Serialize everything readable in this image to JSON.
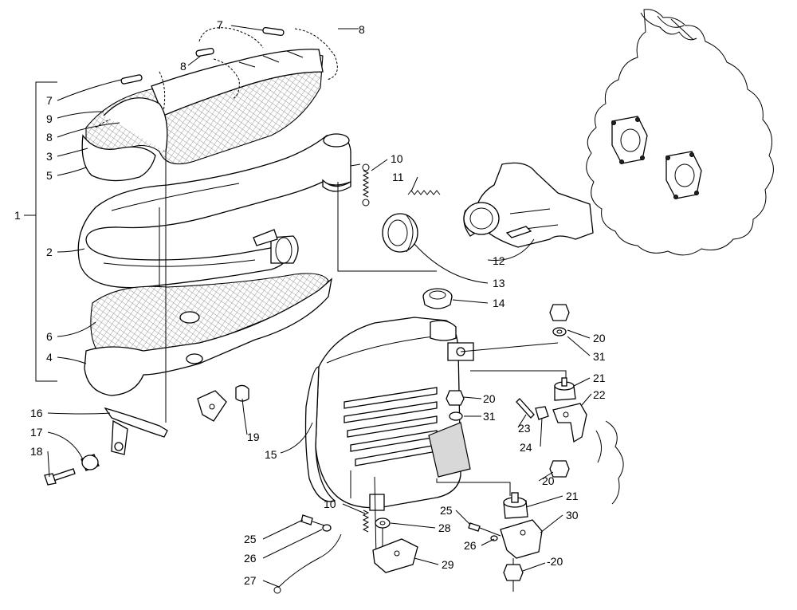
{
  "callouts": [
    {
      "id": "c7a",
      "text": "7"
    },
    {
      "id": "c8a",
      "text": "8"
    },
    {
      "id": "c8b",
      "text": "8"
    },
    {
      "id": "c7b",
      "text": "7"
    },
    {
      "id": "c9",
      "text": "9"
    },
    {
      "id": "c8c",
      "text": "8"
    },
    {
      "id": "c3",
      "text": "3"
    },
    {
      "id": "c5",
      "text": "5"
    },
    {
      "id": "c1",
      "text": "1"
    },
    {
      "id": "c2",
      "text": "2"
    },
    {
      "id": "c6",
      "text": "6"
    },
    {
      "id": "c4",
      "text": "4"
    },
    {
      "id": "c10a",
      "text": "10"
    },
    {
      "id": "c11",
      "text": "11"
    },
    {
      "id": "c12",
      "text": "12"
    },
    {
      "id": "c13",
      "text": "13"
    },
    {
      "id": "c14",
      "text": "14"
    },
    {
      "id": "c20a",
      "text": "20"
    },
    {
      "id": "c31a",
      "text": "31"
    },
    {
      "id": "c21a",
      "text": "21"
    },
    {
      "id": "c22",
      "text": "22"
    },
    {
      "id": "c20b",
      "text": "20"
    },
    {
      "id": "c31b",
      "text": "31"
    },
    {
      "id": "c23",
      "text": "23"
    },
    {
      "id": "c24",
      "text": "24"
    },
    {
      "id": "c16",
      "text": "16"
    },
    {
      "id": "c17",
      "text": "17"
    },
    {
      "id": "c18",
      "text": "18"
    },
    {
      "id": "c19",
      "text": "19"
    },
    {
      "id": "c15",
      "text": "15"
    },
    {
      "id": "c20c",
      "text": "20"
    },
    {
      "id": "c21b",
      "text": "21"
    },
    {
      "id": "c10b",
      "text": "10"
    },
    {
      "id": "c25a",
      "text": "25"
    },
    {
      "id": "c30",
      "text": "30"
    },
    {
      "id": "c28",
      "text": "28"
    },
    {
      "id": "c25b",
      "text": "25"
    },
    {
      "id": "c26a",
      "text": "26"
    },
    {
      "id": "c26b",
      "text": "26"
    },
    {
      "id": "c29",
      "text": "29"
    },
    {
      "id": "c20d",
      "text": "-20"
    },
    {
      "id": "c27",
      "text": "27"
    }
  ]
}
